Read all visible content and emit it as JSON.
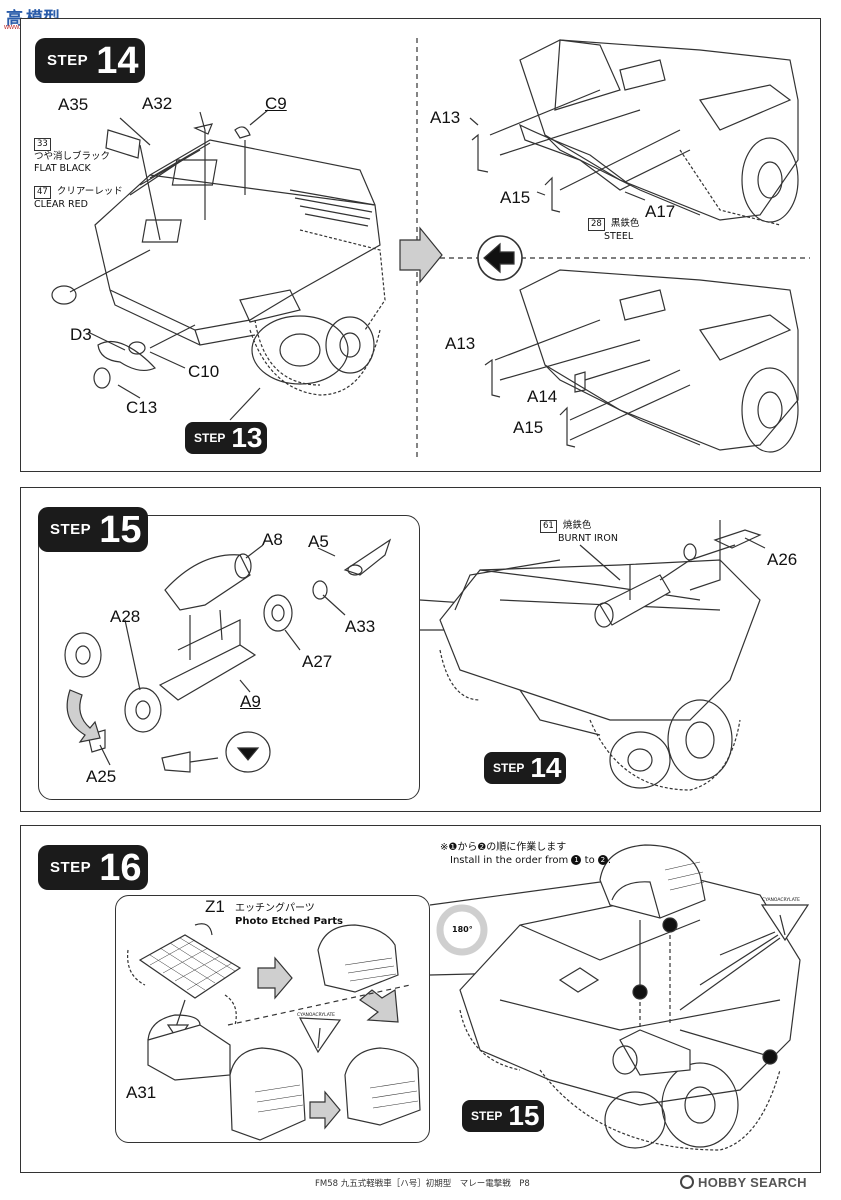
{
  "watermark": {
    "site_cn": "模型网",
    "site_cn_prefix": "高",
    "site_url": "www.cnmoxing.net"
  },
  "step14": {
    "word": "STEP",
    "number": "14",
    "prev_step_word": "STEP",
    "prev_step_number": "13",
    "labels": {
      "a35": "A35",
      "a32": "A32",
      "c9": "C9",
      "d3": "D3",
      "c10": "C10",
      "c13": "C13",
      "a13_top": "A13",
      "a15_top": "A15",
      "a17": "A17",
      "a13_bot": "A13",
      "a14": "A14",
      "a15_bot": "A15"
    },
    "notes": {
      "flat_black_num": "33",
      "flat_black_jp": "つや消しブラック",
      "flat_black_en": "FLAT BLACK",
      "clear_red_num": "47",
      "clear_red_jp": "クリアーレッド",
      "clear_red_en": "CLEAR RED",
      "steel_num": "28",
      "steel_jp": "黒鉄色",
      "steel_en": "STEEL"
    }
  },
  "step15": {
    "word": "STEP",
    "number": "15",
    "prev_step_word": "STEP",
    "prev_step_number": "14",
    "labels": {
      "a8": "A8",
      "a5": "A5",
      "a28": "A28",
      "a33": "A33",
      "a27": "A27",
      "a9": "A9",
      "a25": "A25",
      "a26": "A26"
    },
    "notes": {
      "burnt_num": "61",
      "burnt_jp": "焼鉄色",
      "burnt_en": "BURNT IRON"
    }
  },
  "step16": {
    "word": "STEP",
    "number": "16",
    "prev_step_word": "STEP",
    "prev_step_number": "15",
    "labels": {
      "z1": "Z1",
      "a31": "A31",
      "deg180": "180°"
    },
    "notes": {
      "photo_jp": "エッチングパーツ",
      "photo_en": "Photo Etched Parts",
      "order_jp": "※❶から❷の順に作業します",
      "order_en_1": "Install in the order from",
      "order_en_mid": "to",
      "order_en_2": ".",
      "cyano": "CYANOACRYLATE",
      "mark1": "1",
      "mark2": "2"
    }
  },
  "footer": {
    "text": "FM58 九五式軽戦車［ハ号］初期型　マレー電撃戦　P8",
    "hobby_search": "HOBBY SEARCH"
  },
  "colors": {
    "badge": "#1b1b1b",
    "line": "#333333",
    "arrow_fill": "#cfcfcf"
  }
}
